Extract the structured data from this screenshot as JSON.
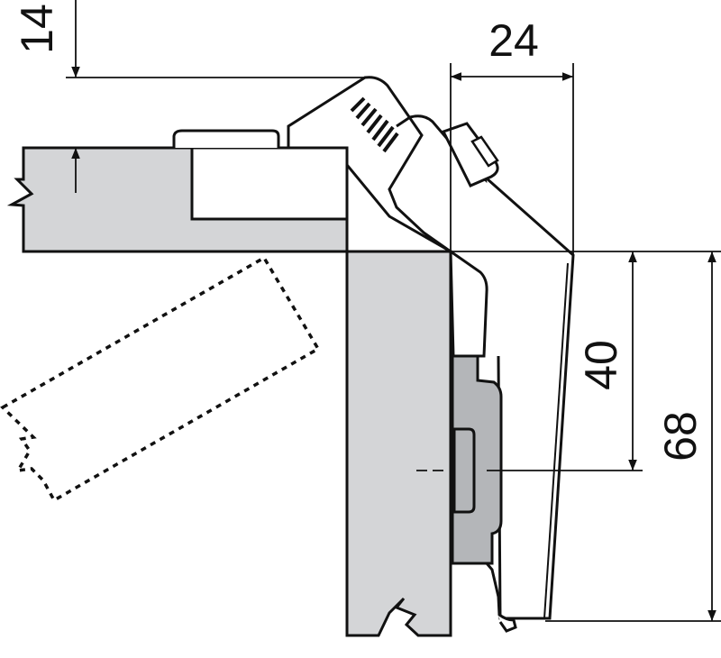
{
  "diagram": {
    "dimensions": {
      "top_offset": "14",
      "width": "24",
      "inner_height": "40",
      "total_height": "68"
    },
    "colors": {
      "stroke": "#111111",
      "panel_fill": "#d4d5d7",
      "plate_fill": "#b4b6b9",
      "background": "#ffffff"
    }
  }
}
